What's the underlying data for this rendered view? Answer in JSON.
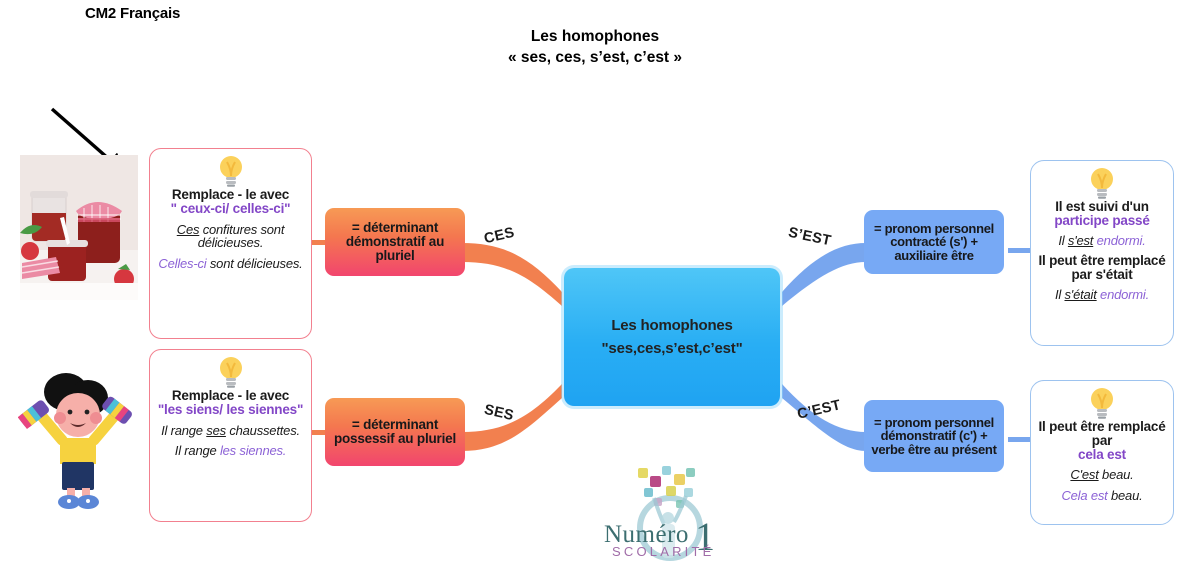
{
  "header": {
    "subject": "CM2 Français",
    "title": "Les homophones",
    "subtitle": "« ses, ces, s’est, c’est »"
  },
  "center": {
    "line1": "Les homophones",
    "line2": "\"ses,ces,s’est,c’est\""
  },
  "branch_labels": {
    "ces": "CES",
    "ses": "SES",
    "sest": "S’EST",
    "cest": "C’EST"
  },
  "definitions": {
    "ces": "= déterminant démonstratif au pluriel",
    "ses": "= déterminant possessif au pluriel",
    "sest": "= pronom personnel contracté (s') + auxiliaire être",
    "cest": "= pronom personnel démonstratif (c') + verbe être au présent"
  },
  "tips": {
    "ces": {
      "rule_bold": "Remplace - le avec",
      "rule_purple": "\" ceux-ci/ celles-ci\"",
      "example1": {
        "pre": "",
        "underline": "Ces",
        "post": " confitures sont délicieuses."
      },
      "example2": {
        "purple": "Celles-ci",
        "post": " sont délicieuses."
      }
    },
    "ses": {
      "rule_bold": "Remplace - le avec",
      "rule_purple": "\"les siens/ les siennes\"",
      "example1": {
        "pre": "Il range ",
        "underline": "ses",
        "post": " chaussettes."
      },
      "example2": {
        "pre": "Il range ",
        "purple": "les siennes."
      }
    },
    "sest": {
      "rule1_bold": "Il est suivi d'un",
      "rule1_purple": "participe passé",
      "example1": {
        "pre": "Il ",
        "underline": "s'est",
        "purple": " endormi."
      },
      "rule2_bold": "Il peut être remplacé par",
      "rule2_underline": "s'était",
      "example2": {
        "pre": "Il ",
        "underline": "s'était",
        "purple": " endormi."
      }
    },
    "cest": {
      "rule_bold": "Il peut être remplacé par",
      "rule_purple": "cela est",
      "example1": {
        "underline": "C'est",
        "post": " beau."
      },
      "example2": {
        "purple": "Cela est",
        "post": " beau."
      }
    }
  },
  "logo": {
    "name": "Numéro",
    "digit": "1",
    "tagline": "SCOLARITÉ"
  },
  "icons": {
    "bulb": "lightbulb-icon",
    "arrow": "arrow-icon"
  },
  "colors": {
    "accent_purple": "#8347c7",
    "example_purple": "#8c62d6",
    "pink_border": "#f2808f",
    "blue_border": "#9dc3ef",
    "gradient_top": "#f79a55",
    "gradient_bottom": "#f2456e",
    "blue_node": "#77a9f5",
    "center_blue": "#29aef4"
  }
}
